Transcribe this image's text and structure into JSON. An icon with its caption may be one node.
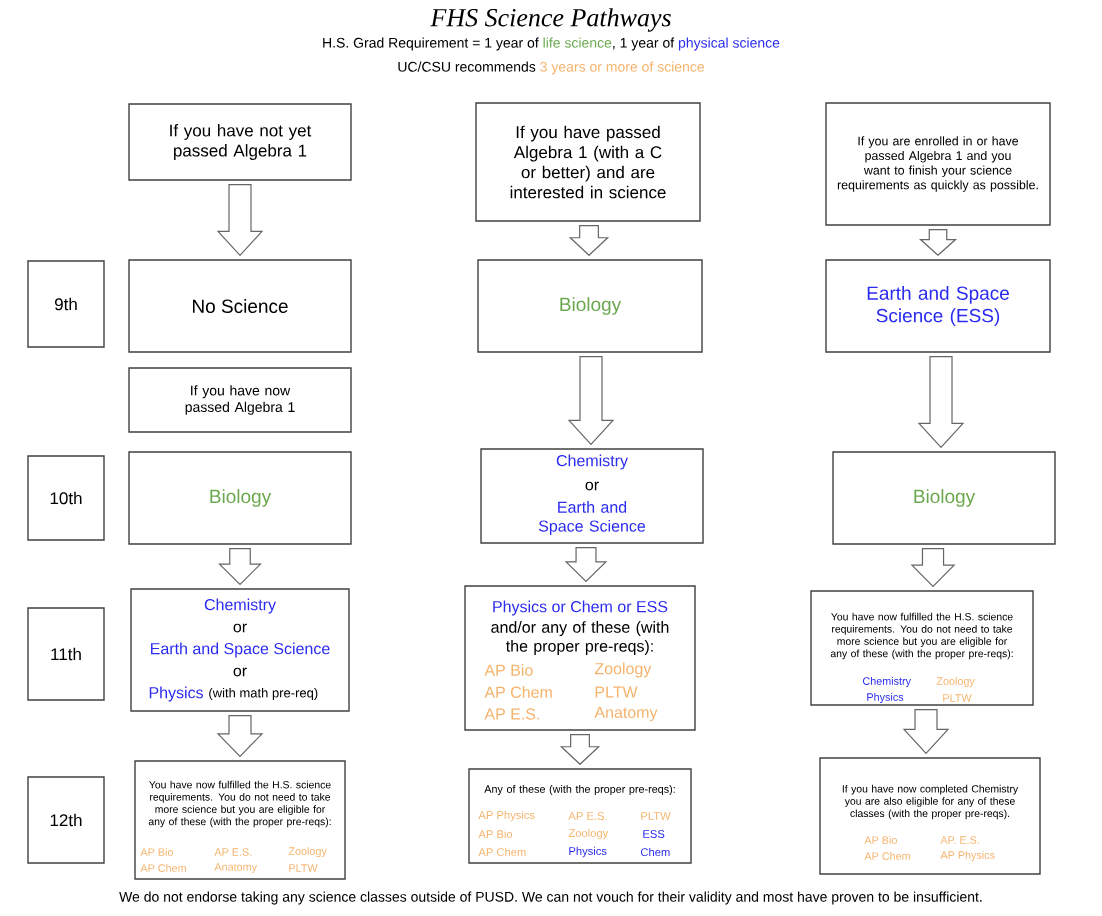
{
  "diagram": {
    "title": "FHS Science Pathways",
    "nodes": [
      {
        "text": [
          "If you have not yet passed Algebra 1"
        ]
      },
      {
        "text": [
          "If you have passed Algebra 1 (with a C or better) and are interested in science"
        ]
      },
      {
        "text": [
          "If you are enrolled in or have passed Algebra 1 and you want to finish your science requirements as quickly as possible."
        ]
      },
      {
        "text": [
          "9th"
        ]
      },
      {
        "text": [
          "No Science"
        ]
      },
      {
        "text": [
          "Biology"
        ]
      },
      {
        "text": [
          "Earth and Space Science (ESS)"
        ]
      },
      {
        "text": [
          "If you have now passed Algebra 1"
        ]
      },
      {
        "text": [
          "10th"
        ]
      },
      {
        "text": [
          "Biology"
        ]
      },
      {
        "text": [
          "Chemistry",
          "or",
          "Earth and Space Science"
        ]
      },
      {
        "text": [
          "Biology"
        ]
      },
      {
        "text": [
          "11th"
        ]
      },
      {
        "text": [
          "Chemistry",
          "or",
          "Earth and Space Science",
          "or",
          "Physics",
          "(with math pre-req)"
        ]
      },
      {
        "text": [
          "Physics or Chem or ESS",
          "and/or any of these (with the proper pre-reqs):",
          "AP Bio",
          "Zoology",
          "AP Chem",
          "PLTW",
          "AP E.S.",
          "Anatomy"
        ]
      },
      {
        "text": [
          "You have now fulfilled the H.S. science requirements. You do not need to take more science but you are eligible for any of these (with the proper pre-reqs):",
          "Chemistry",
          "Zoology",
          "Physics",
          "PLTW"
        ]
      },
      {
        "text": [
          "12th"
        ]
      },
      {
        "text": [
          "You have now fulfilled the H.S. science requirements. You do not need to take more science but you are eligible for any of these (with the proper pre-reqs):",
          "AP Bio",
          "AP E.S.",
          "Zoology",
          "AP Chem",
          "Anatomy",
          "PLTW"
        ]
      },
      {
        "text": [
          "Any of these (with the proper pre-reqs):",
          "AP Physics",
          "AP E.S.",
          "PLTW",
          "AP Bio",
          "Zoology",
          "ESS",
          "AP Chem",
          "Physics",
          "Chem"
        ]
      },
      {
        "text": [
          "If you have now completed Chemistry you are also eligible for any of these classes (with the proper pre-reqs).",
          "AP Bio",
          "AP. E.S.",
          "AP Chem",
          "AP Physics"
        ]
      }
    ],
    "edges": [
      {
        "from": 0,
        "to": 4,
        "arrow": "to"
      },
      {
        "from": 1,
        "to": 5,
        "arrow": "to"
      },
      {
        "from": 2,
        "to": 6,
        "arrow": "to"
      },
      {
        "from": 5,
        "to": 10,
        "arrow": "to"
      },
      {
        "from": 6,
        "to": 11,
        "arrow": "to"
      },
      {
        "from": 9,
        "to": 13,
        "arrow": "to"
      },
      {
        "from": 10,
        "to": 14,
        "arrow": "to"
      },
      {
        "from": 11,
        "to": 15,
        "arrow": "to"
      },
      {
        "from": 13,
        "to": 17,
        "arrow": "to"
      },
      {
        "from": 14,
        "to": 18,
        "arrow": "to"
      },
      {
        "from": 15,
        "to": 19,
        "arrow": "to"
      }
    ],
    "labels": [
      "H.S. Grad Requirement = 1 year of",
      "life science",
      ", 1 year of",
      "physical science",
      "UC/CSU recommends",
      "3 years or more of science",
      "We do not endorse taking any science classes outside of PUSD.  We can not vouch for their validity and most have proven to be insufficient."
    ]
  }
}
